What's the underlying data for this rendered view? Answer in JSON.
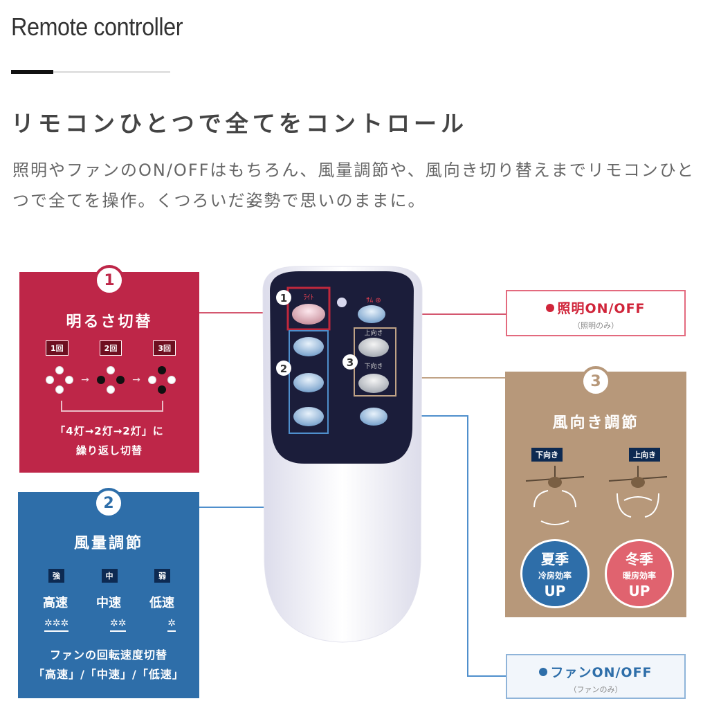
{
  "header": {
    "title": "Remote controller",
    "heading": "リモコンひとつで全てをコントロール",
    "description": "照明やファンのON/OFFはもちろん、風量調節や、風向き切り替えまでリモコンひとつで全てを操作。くつろいだ姿勢で思いのままに。"
  },
  "colors": {
    "red_panel": "#be2648",
    "blue_panel": "#2e6ea9",
    "tan_panel": "#b7987a",
    "remote_face": "#1b1d3a"
  },
  "remote": {
    "top_label_right": "ｻﾑ ⊕",
    "top_label_left": "ﾗｲﾄ",
    "up_label": "上向き",
    "down_label": "下向き",
    "markers": [
      "1",
      "2",
      "3"
    ]
  },
  "panel_brightness": {
    "number": "1",
    "title": "明るさ切替",
    "steps": [
      "1回",
      "2回",
      "3回"
    ],
    "caption_line1": "「4灯→2灯→2灯」に",
    "caption_line2": "繰り返し切替"
  },
  "panel_airflow": {
    "number": "2",
    "title": "風量調節",
    "levels": [
      "強",
      "中",
      "弱"
    ],
    "speeds": [
      "高速",
      "中速",
      "低速"
    ],
    "caption_line1": "ファンの回転速度切替",
    "caption_line2": "「高速」/「中速」/「低速」"
  },
  "panel_direction": {
    "number": "3",
    "title": "風向き調節",
    "directions": [
      "下向き",
      "上向き"
    ],
    "summer": {
      "season": "夏季",
      "effect": "冷房効率",
      "up": "UP"
    },
    "winter": {
      "season": "冬季",
      "effect": "暖房効率",
      "up": "UP"
    }
  },
  "callout_light": {
    "label": "照明ON/OFF",
    "sub": "（照明のみ）"
  },
  "callout_fan": {
    "label": "ファンON/OFF",
    "sub": "（ファンのみ）"
  }
}
